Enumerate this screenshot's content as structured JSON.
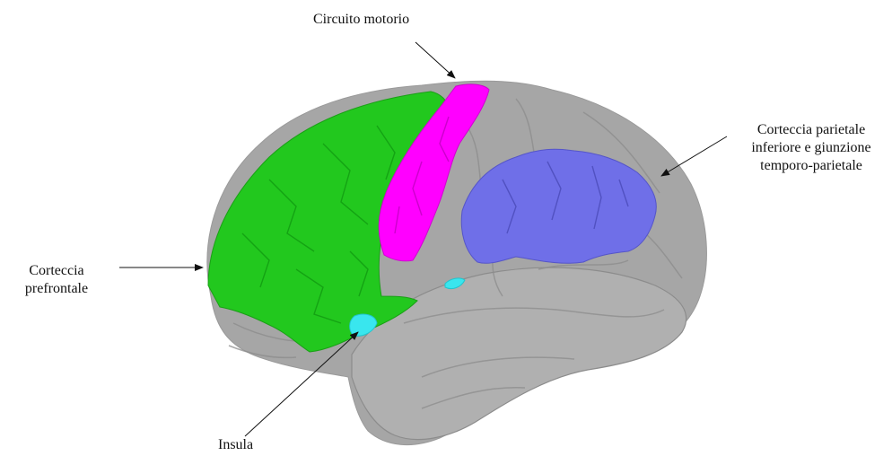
{
  "labels": {
    "motor": "Circuito motorio",
    "parietal_line1": "Corteccia parietale",
    "parietal_line2": "inferiore e giunzione",
    "parietal_line3": "temporo-parietale",
    "prefrontal_line1": "Corteccia",
    "prefrontal_line2": "prefrontale",
    "insula": "Insula"
  },
  "colors": {
    "cortex": "#a6a6a6",
    "cortex_dark": "#8c8c8c",
    "prefrontal": "#22c81e",
    "motor": "#ff00ff",
    "parietal": "#6f6fe8",
    "insula": "#39e6ee"
  }
}
